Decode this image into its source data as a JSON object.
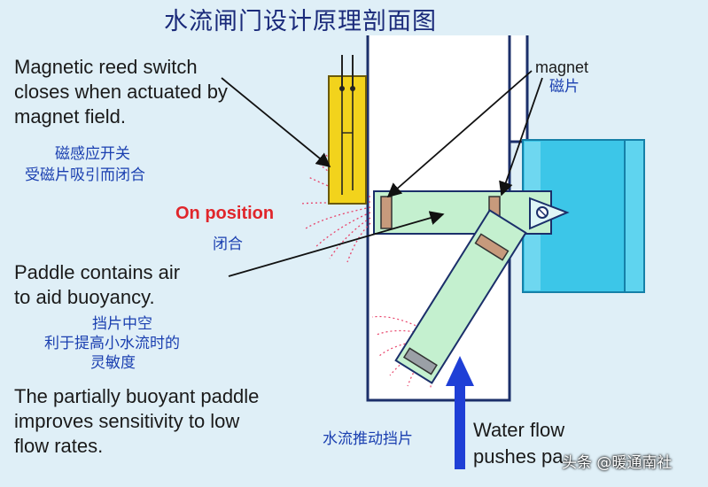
{
  "title": "水流闸门设计原理剖面图",
  "reed_switch": {
    "en_line1": "Magnetic reed switch",
    "en_line2": "closes when actuated by",
    "en_line3": "magnet field.",
    "cn_line1": "磁感应开关",
    "cn_line2": "受磁片吸引而闭合"
  },
  "on_position": {
    "en": "On position",
    "cn": "闭合"
  },
  "paddle": {
    "en_line1": "Paddle contains  air",
    "en_line2": "to aid buoyancy.",
    "cn_line1": "挡片中空",
    "cn_line2": "利于提高小水流时的",
    "cn_line3": "灵敏度"
  },
  "buoyant": {
    "line1": "The partially buoyant paddle",
    "line2": "improves sensitivity to low",
    "line3": "flow rates."
  },
  "magnet": {
    "en": "magnet",
    "cn": "磁片"
  },
  "flow": {
    "cn": "水流推动挡片",
    "en_line1": "Water flow",
    "en_line2": "pushes pa"
  },
  "watermark": "头条 @暖通南社",
  "colors": {
    "background": "#dfeff7",
    "housing_fill": "#ffffff",
    "housing_stroke": "#1b2f6a",
    "reed_switch": "#f2d31c",
    "paddle": "#c4f0cf",
    "magnet_block": "#c79a7c",
    "inlet_block": "#3cc6e8",
    "flow_arrow": "#1f3fd6",
    "magnetic_field": "#e8436a"
  }
}
